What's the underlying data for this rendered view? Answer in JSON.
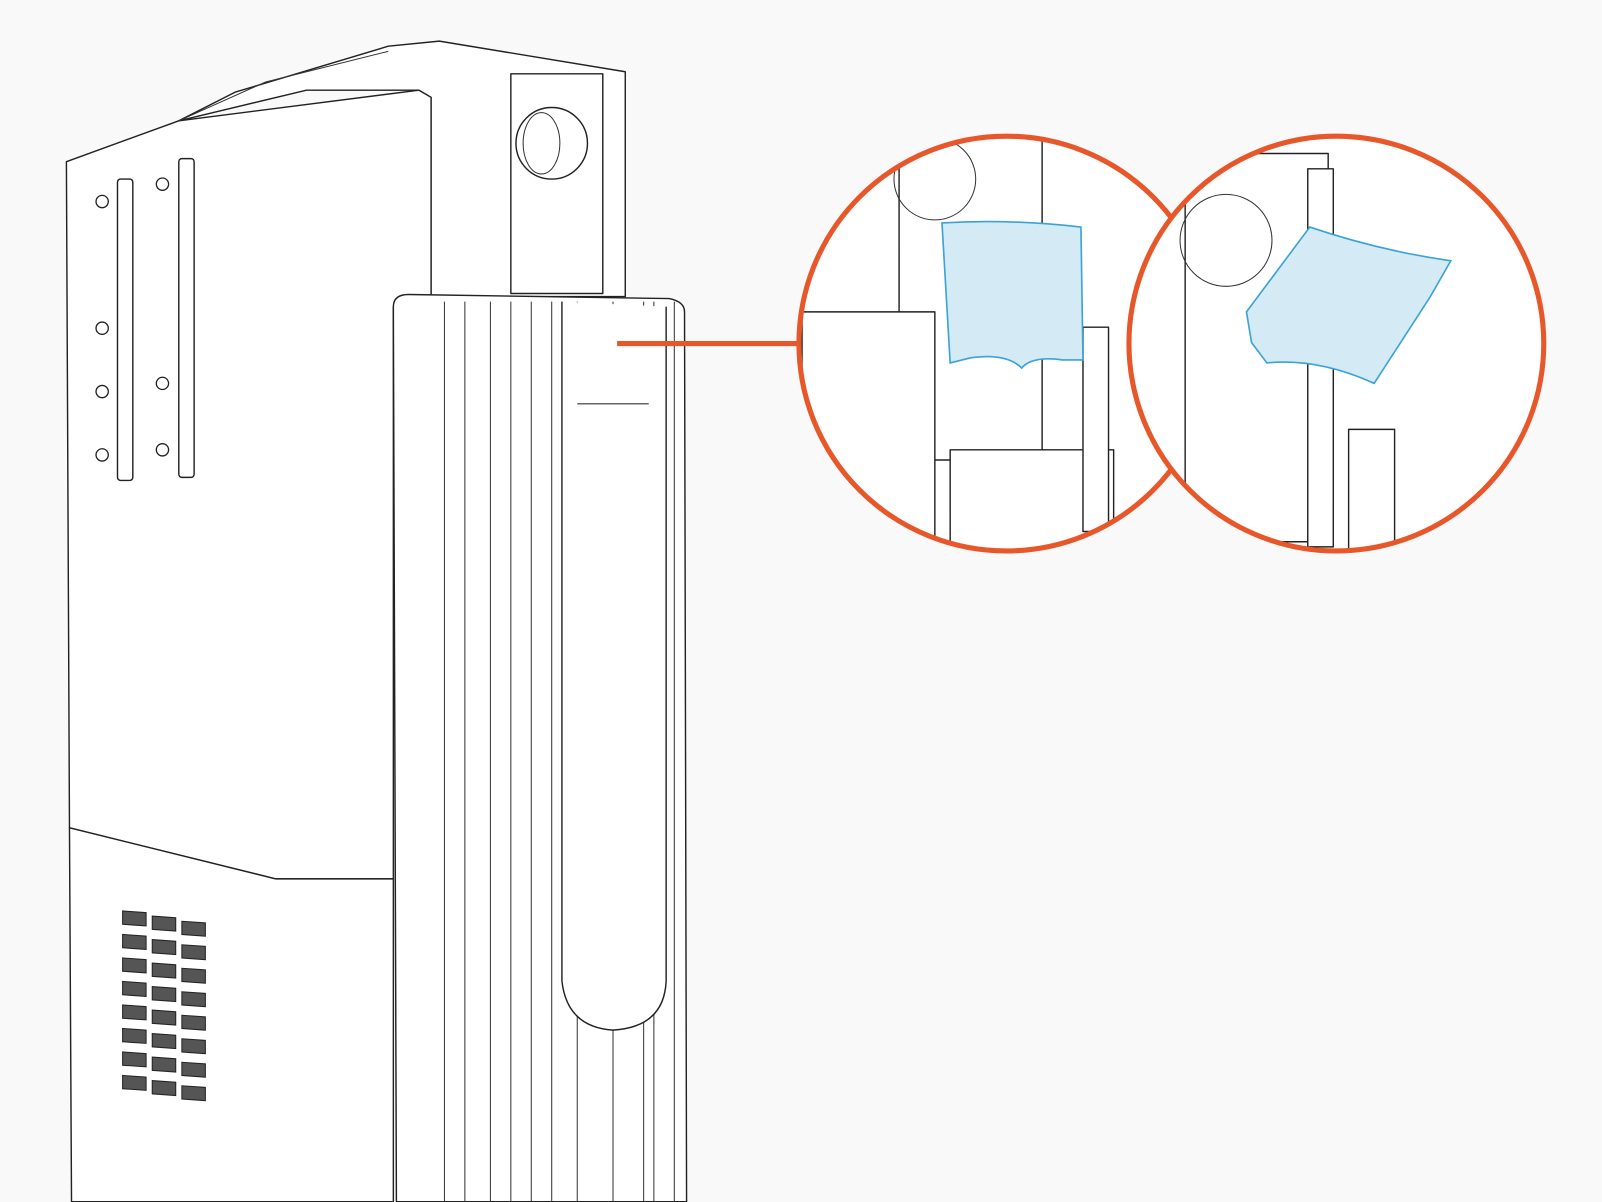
{
  "colors": {
    "background": "#f9f9f9",
    "accent": "#e8572a",
    "highlight_part_fill": "#d4eaf5",
    "highlight_part_stroke": "#3aa3d8",
    "line": "#222222"
  },
  "illustration": {
    "steps": [
      {
        "state": "flap-closed"
      },
      {
        "state": "flap-opened"
      }
    ],
    "icons": [
      "arrow-right-icon",
      "callout-line"
    ]
  }
}
